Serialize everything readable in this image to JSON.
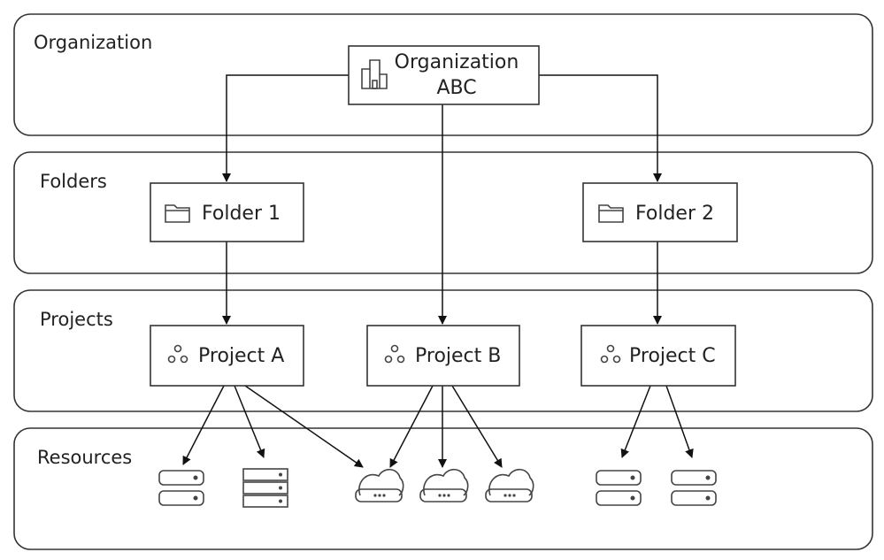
{
  "tiers": {
    "organization": "Organization",
    "folders": "Folders",
    "projects": "Projects",
    "resources": "Resources"
  },
  "nodes": {
    "org_line1": "Organization",
    "org_line2": "ABC",
    "folder1": "Folder 1",
    "folder2": "Folder 2",
    "project_a": "Project A",
    "project_b": "Project B",
    "project_c": "Project C"
  },
  "icons": {
    "organization": "building-icon",
    "folder": "folder-icon",
    "project": "project-dots-icon",
    "resource_server": "server-icon",
    "resource_cloud": "cloud-storage-icon"
  }
}
